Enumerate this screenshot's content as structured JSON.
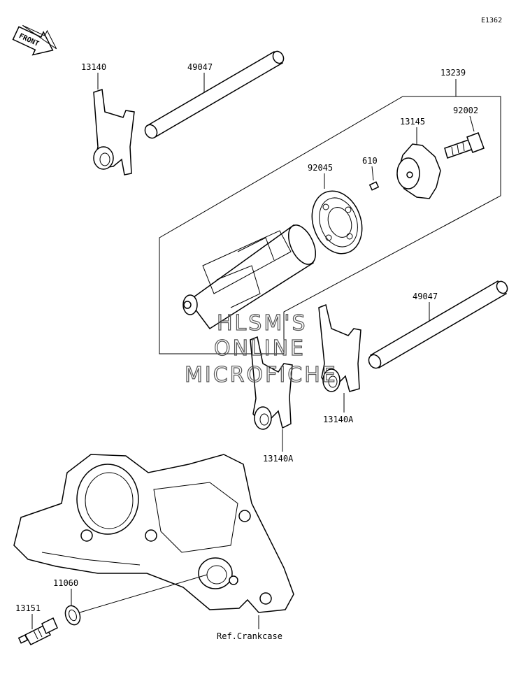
{
  "diagram_id": "E1362",
  "front_arrow": {
    "label": "FRONT"
  },
  "parts": [
    {
      "id": "shift-fork-left",
      "number": "13140"
    },
    {
      "id": "shift-rod-upper",
      "number": "49047"
    },
    {
      "id": "drum-assembly",
      "number": "13239"
    },
    {
      "id": "bolt",
      "number": "92002"
    },
    {
      "id": "drum-pin-plate",
      "number": "13145"
    },
    {
      "id": "pin",
      "number": "610"
    },
    {
      "id": "ball-bearing",
      "number": "92045"
    },
    {
      "id": "shift-rod-lower",
      "number": "49047"
    },
    {
      "id": "shift-fork-a-right",
      "number": "13140A"
    },
    {
      "id": "shift-fork-a-center",
      "number": "13140A"
    },
    {
      "id": "washer",
      "number": "11060"
    },
    {
      "id": "neutral-switch",
      "number": "13151"
    }
  ],
  "reference_label": "Ref.Crankcase",
  "watermark": [
    "HLSM'S",
    "ONLINE",
    "MICROFICHE"
  ]
}
